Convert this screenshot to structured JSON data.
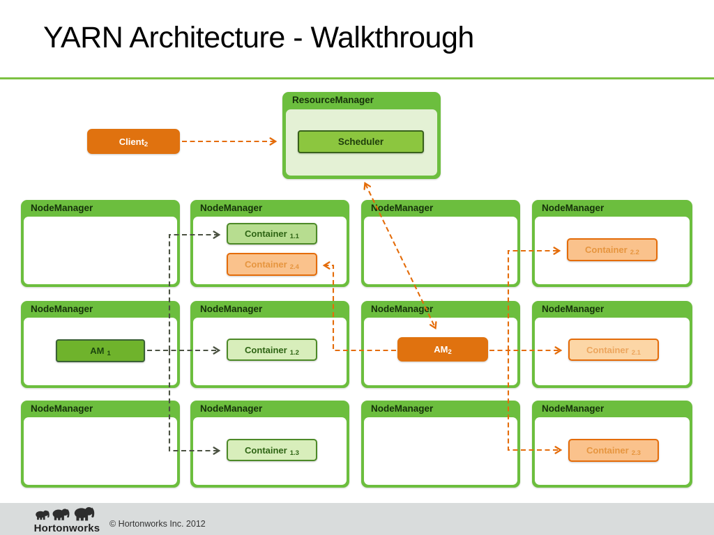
{
  "title": "YARN Architecture - Walkthrough",
  "node_manager_label": "NodeManager",
  "resource_manager": {
    "label": "ResourceManager",
    "scheduler": "Scheduler"
  },
  "boxes": {
    "client": {
      "label": "Client",
      "sub": "2"
    },
    "am1": {
      "label": "AM",
      "sub": "1"
    },
    "am2": {
      "label": "AM",
      "sub": "2"
    },
    "c11": {
      "label": "Container",
      "sub": "1.1"
    },
    "c12": {
      "label": "Container",
      "sub": "1.2"
    },
    "c13": {
      "label": "Container",
      "sub": "1.3"
    },
    "c21": {
      "label": "Container",
      "sub": "2.1"
    },
    "c22": {
      "label": "Container",
      "sub": "2.2"
    },
    "c23": {
      "label": "Container",
      "sub": "2.3"
    },
    "c24": {
      "label": "Container",
      "sub": "2.4"
    }
  },
  "colors": {
    "green": "#6CBE3E",
    "divider_green": "#7CC142",
    "light_green_panel": "#E4F1D5",
    "scheduler_green": "#8CC63F",
    "container_green": "#B7DD90",
    "container_green_light": "#D8EEBB",
    "solid_orange": "#E0720F",
    "container_orange": "#FAC28C",
    "orange_edge": "#E46C0A",
    "dark_edge": "#4B5242",
    "footer_gray": "#D9DCDC"
  },
  "edges": [
    {
      "id": "client-to-rm",
      "from": "client2",
      "to": "resource-manager",
      "color": "orange",
      "double": false
    },
    {
      "id": "rm-am2",
      "from": "resource-manager",
      "to": "am2",
      "color": "orange",
      "double": true
    },
    {
      "id": "am1-to-c11",
      "from": "am1",
      "to": "container-1-1",
      "color": "dark",
      "double": false
    },
    {
      "id": "am1-to-c12",
      "from": "am1",
      "to": "container-1-2",
      "color": "dark",
      "double": false
    },
    {
      "id": "am1-to-c13",
      "from": "am1",
      "to": "container-1-3",
      "color": "dark",
      "double": false
    },
    {
      "id": "am2-to-c24",
      "from": "am2",
      "to": "container-2-4",
      "color": "orange",
      "double": false
    },
    {
      "id": "am2-to-c21",
      "from": "am2",
      "to": "container-2-1",
      "color": "orange",
      "double": false
    },
    {
      "id": "am2-to-c22",
      "from": "am2",
      "to": "container-2-2",
      "color": "orange",
      "double": false
    },
    {
      "id": "am2-to-c23",
      "from": "am2",
      "to": "container-2-3",
      "color": "orange",
      "double": false
    }
  ],
  "footer": {
    "logo_text": "Hortonworks",
    "copyright": "© Hortonworks Inc. 2012"
  }
}
